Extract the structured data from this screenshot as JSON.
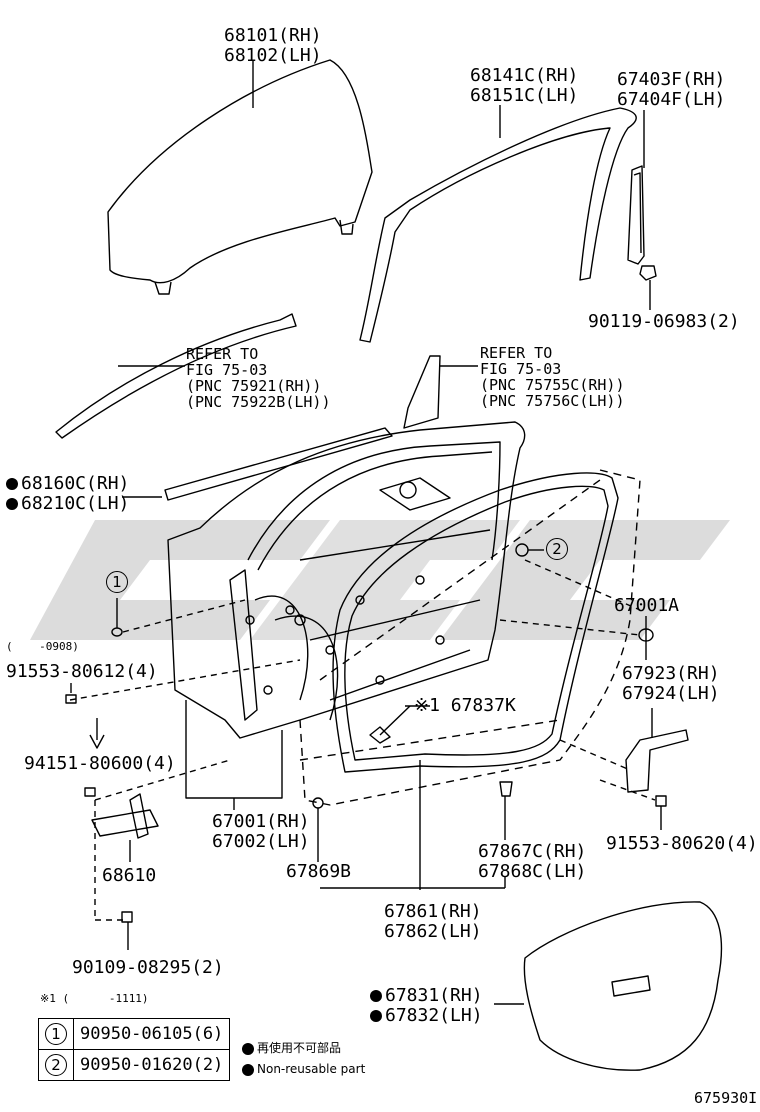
{
  "labels": {
    "p68101": "68101(RH)",
    "p68102": "68102(LH)",
    "p68141": "68141C(RH)",
    "p68151": "68151C(LH)",
    "p67403": "67403F(RH)",
    "p67404": "67404F(LH)",
    "p90119": "90119-06983(2)",
    "refer1": [
      "REFER TO",
      "FIG 75-03",
      "(PNC 75921(RH))",
      "(PNC 75922B(LH))"
    ],
    "refer2": [
      "REFER TO",
      "FIG 75-03",
      "(PNC 75755C(RH))",
      "(PNC 75756C(LH))"
    ],
    "p68160": "68160C(RH)",
    "p68210": "68210C(LH)",
    "p67001A": "67001A",
    "p67923": "67923(RH)",
    "p67924": "67924(LH)",
    "p67837": "※1 67837K",
    "range1": "(    -0908)",
    "p91553a": "91553-80612(4)",
    "p94151": "94151-80600(4)",
    "p68610": "68610",
    "p67001": "67001(RH)",
    "p67002": "67002(LH)",
    "p67869": "67869B",
    "p67867": "67867C(RH)",
    "p67868": "67868C(LH)",
    "p91553b": "91553-80620(4)",
    "p67861": "67861(RH)",
    "p67862": "67862(LH)",
    "p90109": "90109-08295(2)",
    "note1": "※1 (      -1111)",
    "p67831": "67831(RH)",
    "p67832": "67832(LH)",
    "figno": "675930I"
  },
  "callouts": {
    "c1": "1",
    "c2": "2"
  },
  "legend_table": [
    {
      "num": "1",
      "part": "90950-06105(6)"
    },
    {
      "num": "2",
      "part": "90950-01620(2)"
    }
  ],
  "notes": {
    "non_reusable_jp": "再使用不可部品",
    "non_reusable_en": "Non-reusable part"
  },
  "colors": {
    "line": "#000000",
    "watermark": "#d9d9d9"
  }
}
